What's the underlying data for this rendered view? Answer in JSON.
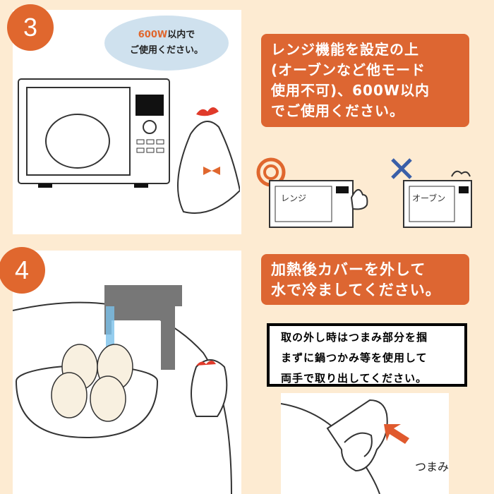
{
  "step3": {
    "number": "3",
    "bubble_line1_highlight": "600W",
    "bubble_line1_rest": "以内で",
    "bubble_line2": "ご使用ください。",
    "instruction_lines": [
      "レンジ機能を設定の上",
      "(オーブンなど他モード",
      "使用不可)、600W以内",
      "でご使用ください。"
    ],
    "ok_label": "レンジ",
    "ng_label": "オーブン"
  },
  "step4": {
    "number": "4",
    "instruction_lines": [
      "加熱後カバーを外して",
      "水で冷ましてください。"
    ],
    "note_lines": [
      "取の外し時はつまみ部分を掴",
      "まずに鍋つかみ等を使用して",
      "両手で取り出してください。"
    ],
    "knob_label": "つまみ"
  },
  "colors": {
    "accent": "#dd6632",
    "background": "#fdebd2",
    "bubble": "#cfe1ee"
  }
}
